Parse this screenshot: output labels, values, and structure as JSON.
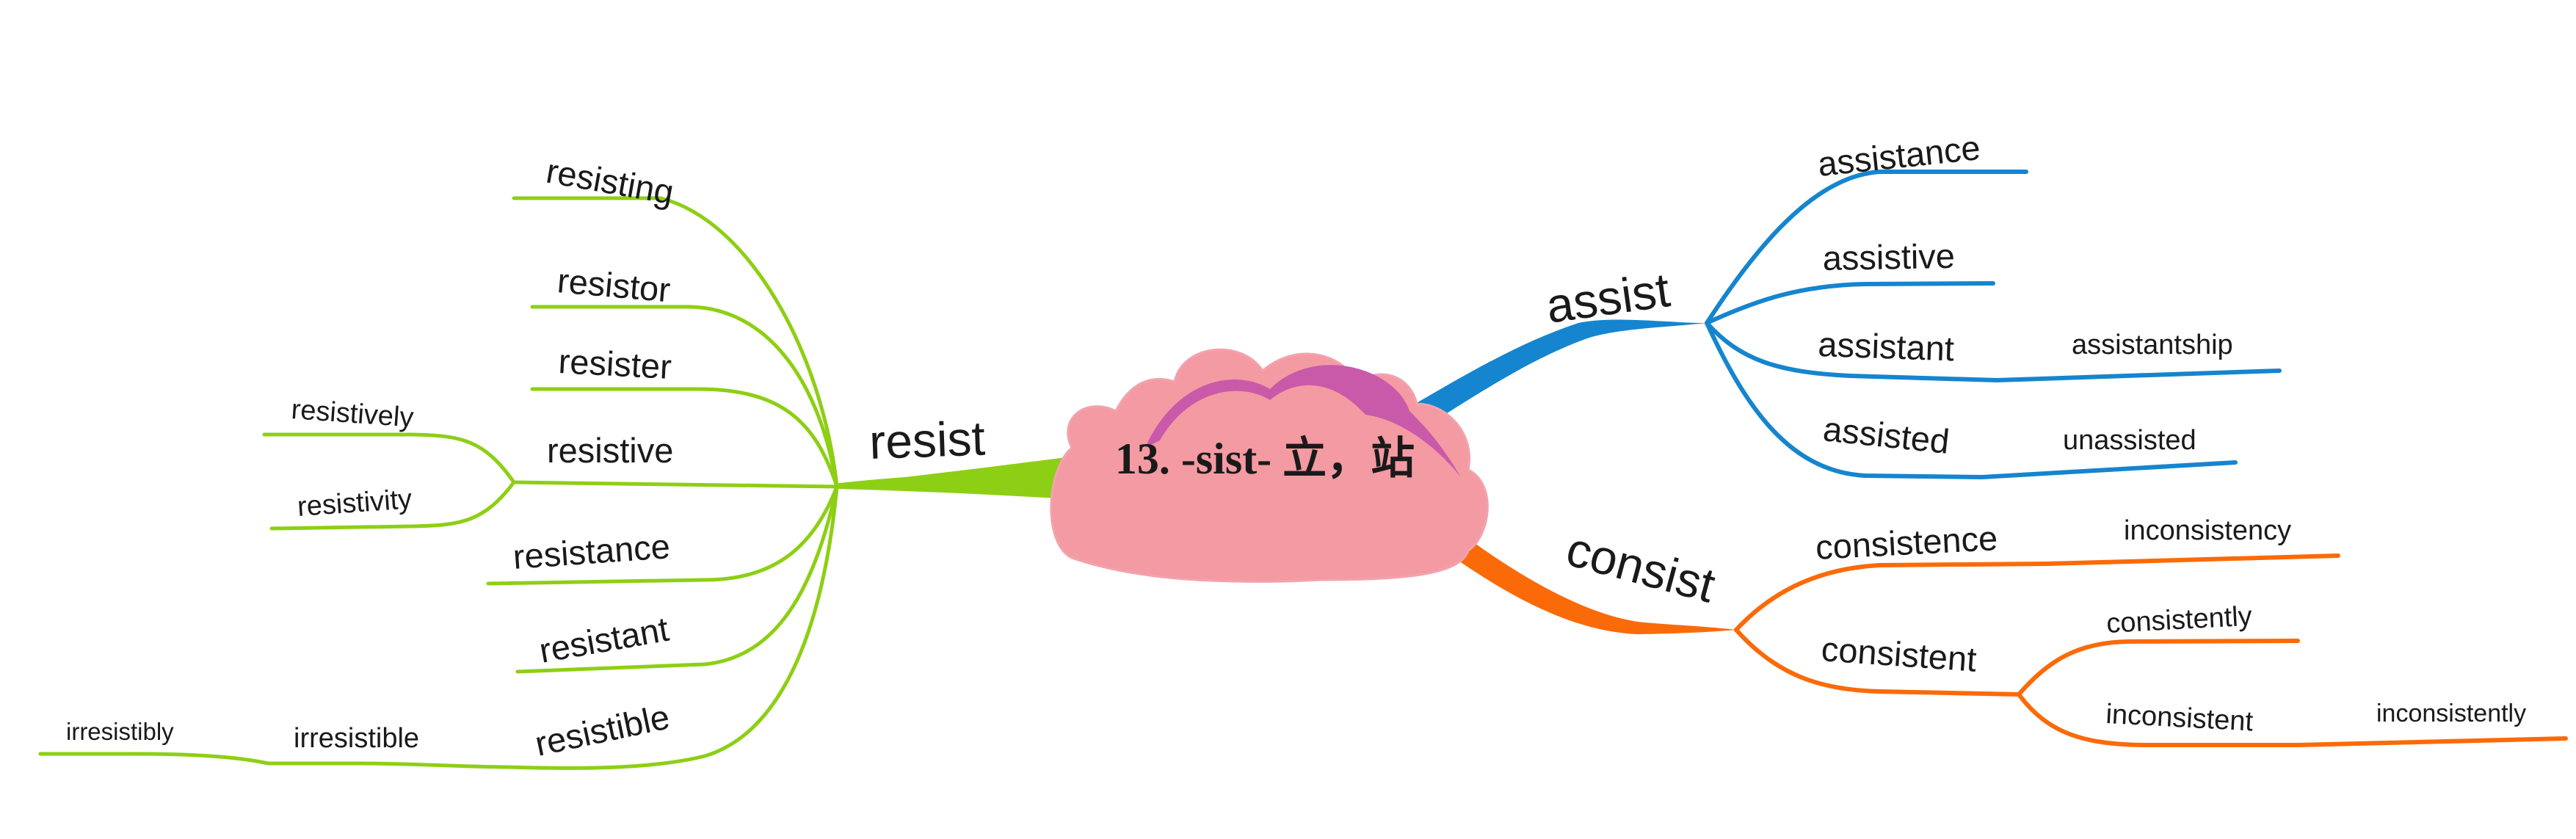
{
  "center": {
    "title": "13. -sist- 立，站"
  },
  "colors": {
    "resist": "#8dcf14",
    "assist": "#1585cf",
    "consist": "#fb6a08",
    "cloud_fill": "#f49aa2",
    "cloud_accent": "#c95aa9"
  },
  "branches": {
    "resist": {
      "label": "resist",
      "children": {
        "resisting": "resisting",
        "resistor": "resistor",
        "resister": "resister",
        "resistive": {
          "label": "resistive",
          "children": {
            "resistively": "resistively",
            "resistivity": "resistivity"
          }
        },
        "resistance": "resistance",
        "resistant": "resistant",
        "resistible": {
          "label": "resistible",
          "children": {
            "irresistible": {
              "label": "irresistible",
              "children": {
                "irresistibly": "irresistibly"
              }
            }
          }
        }
      }
    },
    "assist": {
      "label": "assist",
      "children": {
        "assistance": "assistance",
        "assistive": "assistive",
        "assistant": {
          "label": "assistant",
          "children": {
            "assistantship": "assistantship"
          }
        },
        "assisted": {
          "label": "assisted",
          "children": {
            "unassisted": "unassisted"
          }
        }
      }
    },
    "consist": {
      "label": "consist",
      "children": {
        "consistence": {
          "label": "consistence",
          "children": {
            "inconsistency": "inconsistency"
          }
        },
        "consistent": {
          "label": "consistent",
          "children": {
            "consistently": "consistently",
            "inconsistent": {
              "label": "inconsistent",
              "children": {
                "inconsistently": "inconsistently"
              }
            }
          }
        }
      }
    }
  }
}
